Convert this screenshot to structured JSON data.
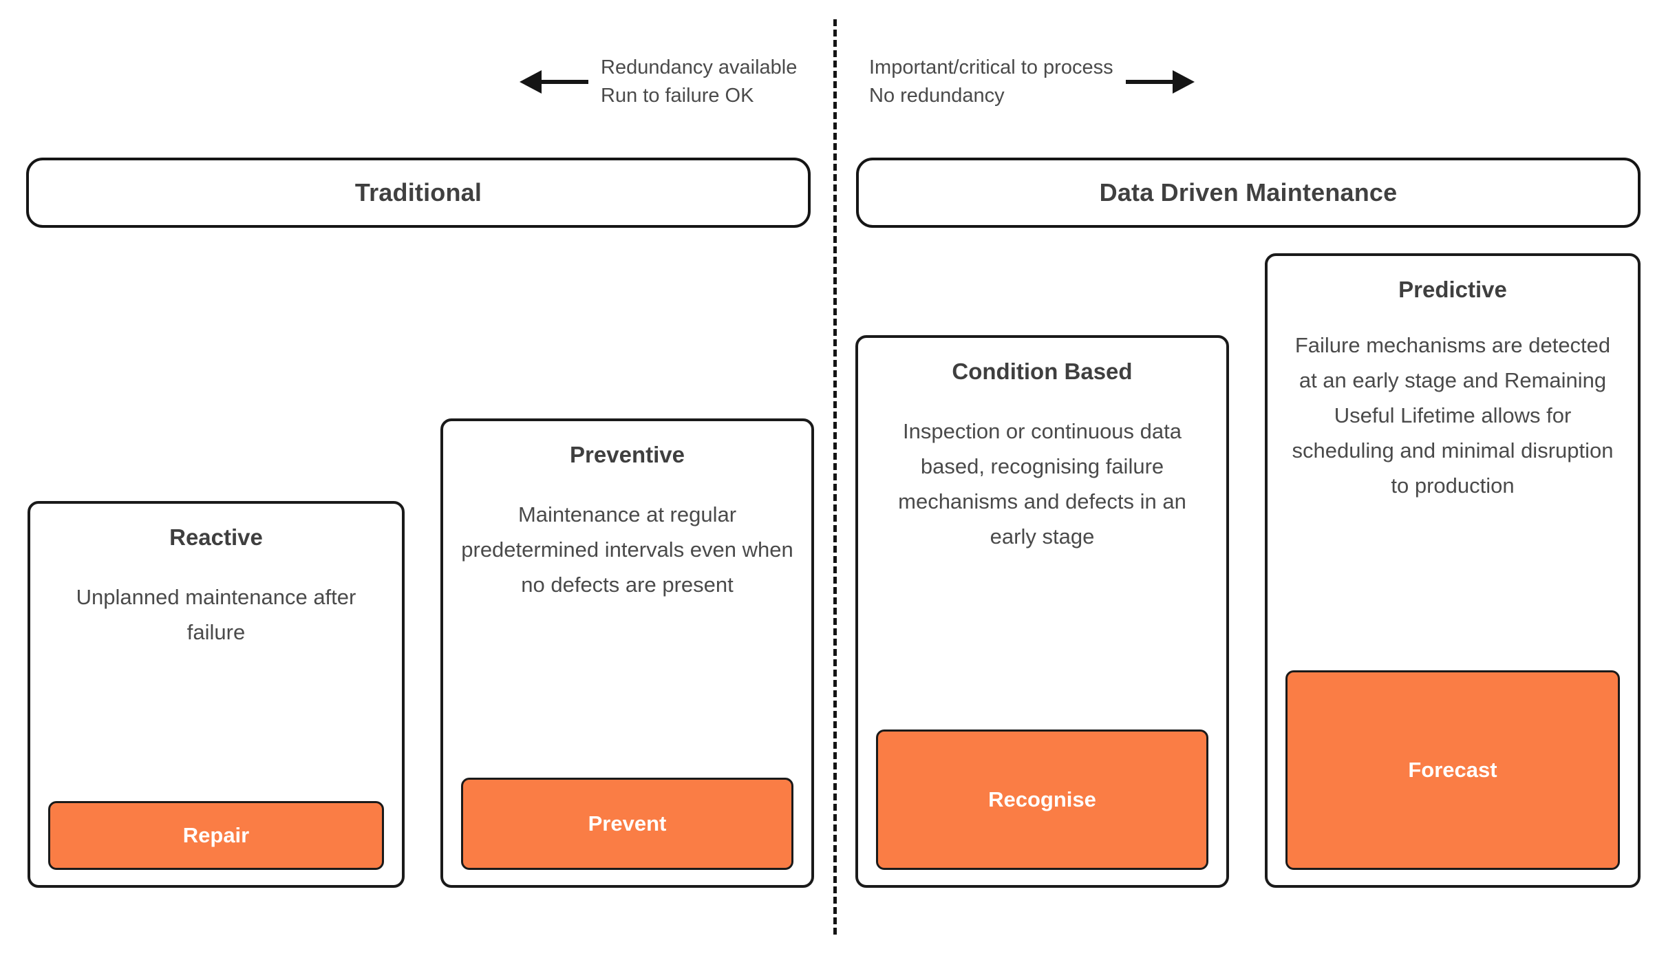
{
  "legends": [
    {
      "direction": "left",
      "icon": "arrow-left-icon",
      "text": "Redundancy available\nRun to failure OK"
    },
    {
      "direction": "right",
      "icon": "arrow-right-icon",
      "text": "Important/critical to process\nNo redundancy"
    }
  ],
  "banners": {
    "traditional": "Traditional",
    "data_driven": "Data Driven Maintenance"
  },
  "cards": [
    {
      "title": "Reactive",
      "description": "Unplanned maintenance after failure",
      "action": "Repair"
    },
    {
      "title": "Preventive",
      "description": "Maintenance at regular predetermined intervals even when no defects are present",
      "action": "Prevent"
    },
    {
      "title": "Condition Based",
      "description": "Inspection or continuous data based, recognising failure mechanisms and defects in an early stage",
      "action": "Recognise"
    },
    {
      "title": "Predictive",
      "description": "Failure mechanisms are detected at an early stage and Remaining Useful Lifetime allows for scheduling and minimal disruption to production",
      "action": "Forecast"
    }
  ],
  "colors": {
    "accent_orange": "#FA7D45",
    "outline": "#1A1A1A",
    "text_dark": "#404040",
    "text_body": "#4A4A4A",
    "chip_text": "#FFFFFF",
    "background": "#FFFFFF"
  }
}
